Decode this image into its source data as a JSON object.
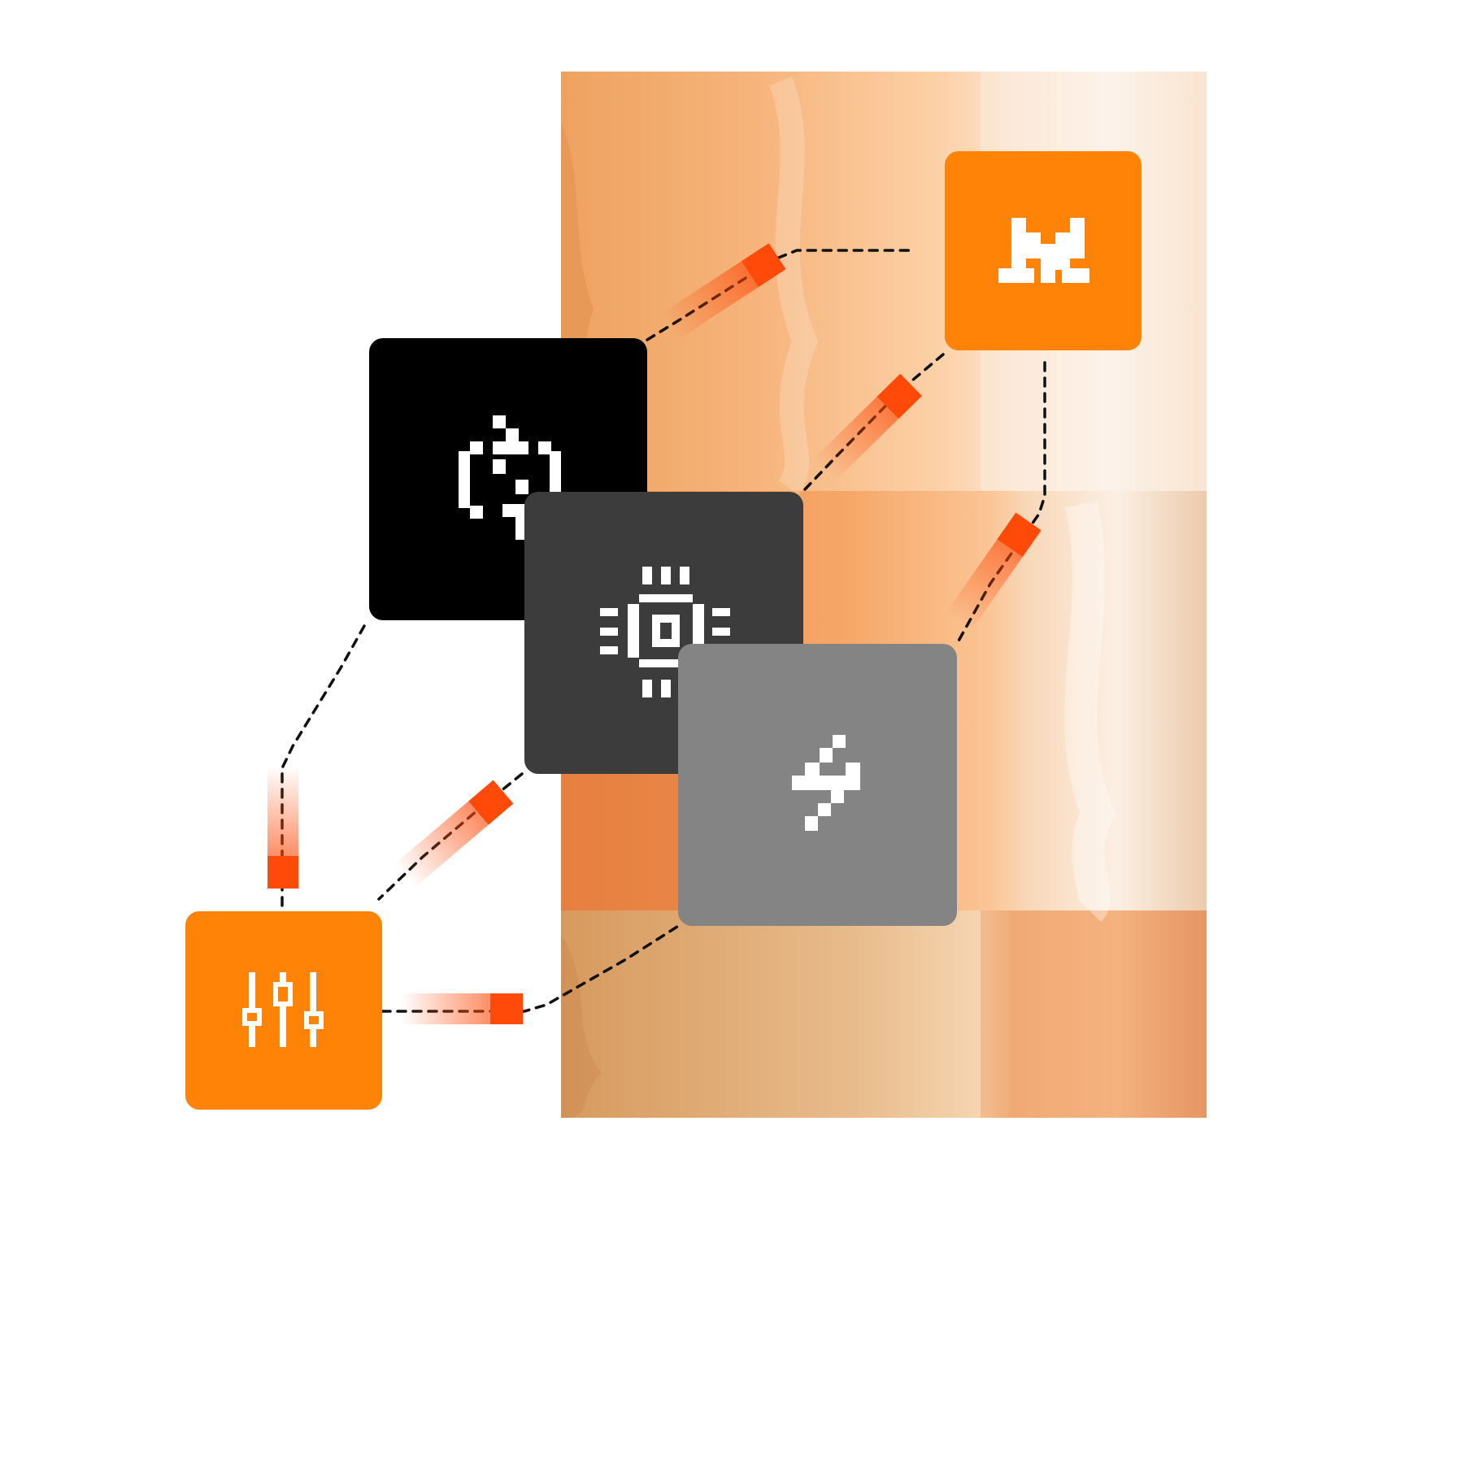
{
  "colors": {
    "background": "#ffffff",
    "accent_orange": "#ff8307",
    "pulse_red": "#ff4a0a",
    "tile_black": "#000000",
    "tile_dark_gray": "#3c3c3c",
    "tile_gray": "#848484",
    "icon_white": "#ffffff",
    "connector": "#111111",
    "texture_warm": "#f0a060",
    "texture_light": "#fde2c6"
  },
  "nodes": [
    {
      "id": "logo",
      "icon": "pixel-logo-icon",
      "fill": "accent_orange"
    },
    {
      "id": "sync",
      "icon": "refresh-arrows-icon",
      "fill": "tile_black"
    },
    {
      "id": "processor",
      "icon": "cpu-chip-icon",
      "fill": "tile_dark_gray"
    },
    {
      "id": "power",
      "icon": "lightning-bolt-icon",
      "fill": "tile_gray"
    },
    {
      "id": "controls",
      "icon": "sliders-icon",
      "fill": "accent_orange"
    }
  ],
  "links": [
    {
      "from": "logo",
      "to": "sync"
    },
    {
      "from": "logo",
      "to": "processor"
    },
    {
      "from": "logo",
      "to": "power"
    },
    {
      "from": "sync",
      "to": "controls"
    },
    {
      "from": "processor",
      "to": "controls"
    },
    {
      "from": "power",
      "to": "controls"
    }
  ]
}
